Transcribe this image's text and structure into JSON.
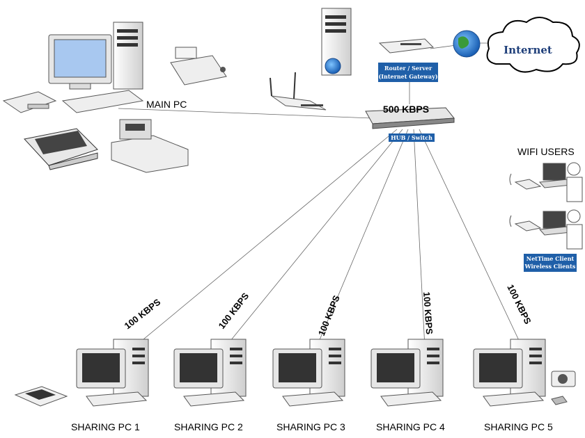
{
  "labels": {
    "main_pc": "MAIN PC",
    "hub_speed": "500 KBPS",
    "hub_tag": "HUB / Switch",
    "router_tag_1": "Router / Server",
    "router_tag_2": "(Internet Gateway)",
    "internet": "Internet",
    "wifi_users": "WIFI USERS",
    "wifi_tag_1": "NetTime Client",
    "wifi_tag_2": "Wireless Clients"
  },
  "sharing_pcs": [
    {
      "label": "SHARING PC 1",
      "speed": "100 KBPS"
    },
    {
      "label": "SHARING PC 2",
      "speed": "100 KBPS"
    },
    {
      "label": "SHARING PC 3",
      "speed": "100 KBPS"
    },
    {
      "label": "SHARING PC 4",
      "speed": "100 KBPS"
    },
    {
      "label": "SHARING PC 5",
      "speed": "100 KBPS"
    }
  ],
  "colors": {
    "tag_blue": "#1f5fa8",
    "screen_blue": "#a8c8f0",
    "line": "#555555"
  }
}
